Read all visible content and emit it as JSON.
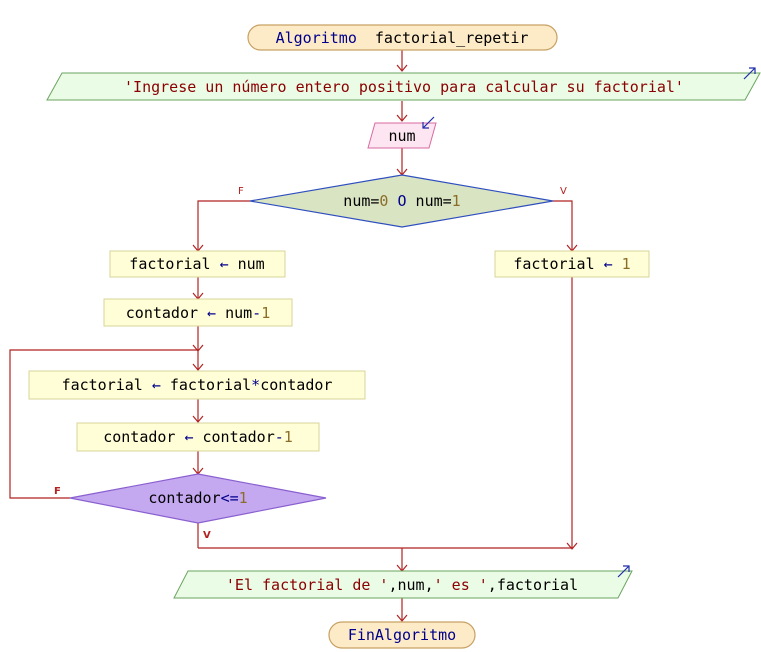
{
  "flowchart": {
    "start": {
      "keyword": "Algoritmo",
      "name": "factorial_repetir"
    },
    "output_prompt": {
      "text": "'Ingrese un número entero positivo para calcular su factorial'"
    },
    "input": {
      "var": "num"
    },
    "condition1": {
      "left": "num=",
      "zero": "0",
      "op": " O ",
      "right": "num=",
      "one": "1",
      "false_label": "F",
      "true_label": "V"
    },
    "assign_f_num": {
      "var": "factorial",
      "arrow": "←",
      "expr": "num"
    },
    "assign_cont": {
      "var": "contador",
      "arrow": "←",
      "expr": "num",
      "minus": "-",
      "one": "1"
    },
    "assign_f_mult": {
      "var": "factorial",
      "arrow": "←",
      "expr1": "factorial",
      "mult": "*",
      "expr2": "contador"
    },
    "assign_cont_dec": {
      "var": "contador",
      "arrow": "←",
      "expr": "contador",
      "minus": "-",
      "one": "1"
    },
    "loop_condition": {
      "left": "contador",
      "op": "<=",
      "one": "1",
      "false_label": "F",
      "true_label": "V"
    },
    "assign_f_one": {
      "var": "factorial",
      "arrow": "←",
      "one": "1"
    },
    "output_result": {
      "s1": "'El factorial de '",
      "c1": ",",
      "v1": "num",
      "c2": ",",
      "s2": "' es '",
      "c3": ",",
      "v2": "factorial"
    },
    "end": {
      "keyword": "FinAlgoritmo"
    }
  },
  "colors": {
    "terminal_fill": "#fdebc8",
    "terminal_stroke": "#c8a062",
    "io_fill": "#eafbe6",
    "io_stroke": "#6aa55f",
    "input_fill": "#fde6f2",
    "input_stroke": "#d86aa0",
    "decision_fill": "#d9e4c3",
    "decision_stroke": "#2f4fbf",
    "loop_decision_fill": "#c4a8f0",
    "loop_decision_stroke": "#8a60d0",
    "process_fill": "#fffed6",
    "process_stroke": "#d8d49a",
    "flow_line": "#b22222"
  }
}
